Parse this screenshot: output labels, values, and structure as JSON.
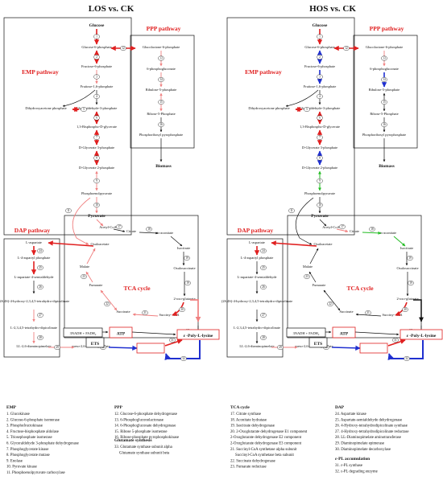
{
  "titles": {
    "left": "LOS vs. CK",
    "right": "HOS vs. CK"
  },
  "pathways": {
    "emp": "EMP pathway",
    "ppp": "PPP pathway",
    "dap": "DAP pathway",
    "tca": "TCA cycle"
  },
  "emp_metabolites": [
    "Glucose",
    "Glucose-6-phosphate",
    "Fructose-6-phosphate",
    "Fruitose-1,6-phosphate",
    "Dihydroxyacetone phosphate",
    "Glyceraldehyde-3-phosphate",
    "1,3-Bisphospho-D-glycerate",
    "D-Glycerate 3-phosphate",
    "D-Glycerate 2-phosphate",
    "Phosphoenolpyruvate",
    "Pyruvate"
  ],
  "ppp_metabolites": [
    "Glucolactone-6-phosphate",
    "6-phosphogluconate",
    "Ribulose-5-phosphate",
    "Ribose-5-Phosphate",
    "Phosphoribosyl pyrophosphate",
    "Biomass"
  ],
  "tca_metabolites": [
    "Acetyl-CoA",
    "Citrate",
    "cis-aconitate",
    "Isocitrate",
    "Oxalosuccinate",
    "2-oxo-glutarate",
    "Succiny- CoA",
    "Succinate",
    "Fumarate",
    "Malate",
    "Oxaloacetate"
  ],
  "dap_metabolites": [
    "L-aspartate",
    "L-4-aspartyl phosphate",
    "L-aspartate-4-semialdehyde",
    "(2S,4S)-4-hydroxy-2,3,4,5-tetrahydro-dipicolinate",
    "L-2,3,4,5-tetrahydro-dipicolinate",
    "LL-2,6-diaminopimelate",
    "meso-2,6-diaminopimelate",
    "L-lysine"
  ],
  "other_nodes": {
    "nadh": "3NADH + FADH₂",
    "atp": "ATP",
    "ets": "ETS",
    "glutamate": "Glutamate",
    "epl": "ε -Poly-L-lysine"
  },
  "legend": {
    "emp": {
      "heading": "EMP",
      "items": [
        "1. Glucokinase",
        "2. Glucose-6-phosphate isomerase",
        "3. Phosphofructokinase",
        "4. Fructose-bisphosphate aldolase",
        "5. Triosephosphate isomerase",
        "6. Glyceraldehyde 3-phosphate dehydrogenase",
        "7. Phosphoglycerate kinase",
        "8. Phosphoglycerate mutase",
        "9. Enolase",
        "10. Pyruvate kinase",
        "11. Phosphoenolpyruvate carboxylase"
      ]
    },
    "ppp": {
      "heading": "PPP",
      "items": [
        "12. Glucose-6-phosphate dehydrogenase",
        "13. 6-Phosphogluconolactonase",
        "14. 6-Phosphogluconate dehydrogenase",
        "15. Ribose 5-phosphate isomerase",
        "16. Ribose-phosphate pyrophosphokinase"
      ]
    },
    "glu": {
      "heading": "Glutamate synthesis",
      "items": [
        "33. Glutamate synthase subunit alpha",
        "Glutamate synthase subunit beta"
      ]
    },
    "tca": {
      "heading": "TCA cycle",
      "items": [
        "17. Citrate synthase",
        "18. Aconitate hydratase",
        "19. Isocitrate dehydrogenase",
        "20. 2-Oxoglutarate dehydrogenase E1 component",
        "2-Oxoglutarate dehydrogenase E2 component",
        "2-Oxoglutarate dehydrogenase E3 component",
        "21. Succinyl-CoA synthetase alpha subunit",
        "Succinyl-CoA synthetase beta subunit",
        "22. Succinate dehydrogenase",
        "23. Fumarate reductase"
      ]
    },
    "dap": {
      "heading": "DAP",
      "items": [
        "24. Aspartate kinase",
        "25. Aspartate-semialdehyde dehydrogenase",
        "26. 4-Hydroxy-tetrahydrodipicolinate synthase",
        "27. 4-Hydroxy-tetrahydrodipicolinate reductase",
        "28. LL-Diaminopimelate aminotransferase",
        "29. Diaminopimelate epimerase",
        "30. Diaminopimelate decarboxylase"
      ]
    },
    "epl": {
      "heading": "ε-PL accumulation",
      "items": [
        "31. ε-PL synthase",
        "32. ε-PL degrading enzyme"
      ]
    }
  },
  "colors": {
    "up": "#e02020",
    "up_light": "#f08080",
    "down": "#2030d0",
    "neutral": "#111111",
    "green": "#22bb22",
    "title_red": "#e02020"
  },
  "arrow_states": {
    "left": {
      "1": "up",
      "2": "up",
      "3": "up_light",
      "4": "neutral",
      "5": "up",
      "6": "up",
      "7": "up",
      "8": "up",
      "9": "up_light",
      "10": "up_light",
      "11": "up_light",
      "12": "up",
      "13": "up_light",
      "14": "up_light",
      "15": "up_light",
      "16": "neutral",
      "17": "neutral",
      "18": "neutral",
      "19": "neutral",
      "20": "up",
      "21": "up_light",
      "22": "up_light",
      "23": "up_light",
      "24": "up",
      "25": "up",
      "26": "neutral",
      "27": "up_light",
      "28": "up_light",
      "29": "up_light",
      "30": "down",
      "31": "up",
      "32": "down",
      "33": "up_light"
    },
    "right": {
      "1": "up",
      "2": "down",
      "3": "down",
      "4": "neutral",
      "5": "up",
      "6": "up",
      "7": "up",
      "8": "down",
      "9": "green",
      "10": "neutral",
      "11": "neutral",
      "12": "up",
      "13": "up_light",
      "14": "down",
      "15": "neutral",
      "16": "neutral",
      "17": "up_light",
      "18": "green",
      "19": "neutral",
      "20": "up",
      "21": "neutral",
      "22": "neutral",
      "23": "neutral",
      "24": "up",
      "25": "neutral",
      "26": "neutral",
      "27": "neutral",
      "28": "neutral",
      "29": "up_light",
      "30": "down",
      "31": "up",
      "32": "down",
      "33": "neutral"
    }
  }
}
